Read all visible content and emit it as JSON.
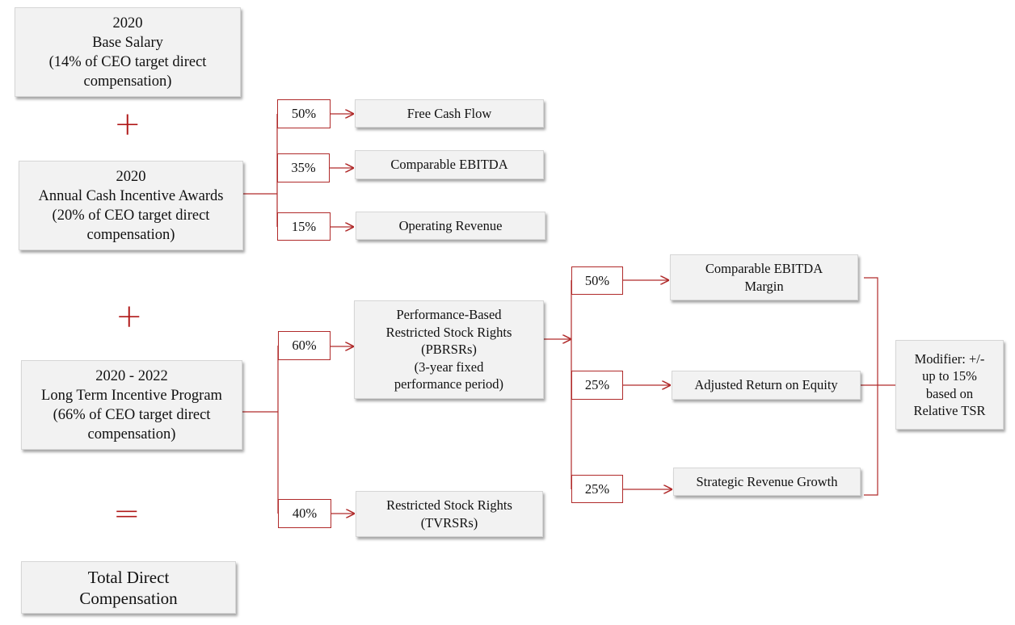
{
  "colors": {
    "accent": "#b02a2a",
    "box_fill": "#f2f2f2",
    "text": "#111111"
  },
  "left": {
    "base_salary": "2020\nBase Salary\n(14% of CEO target direct\ncompensation)",
    "plus1": "+",
    "annual_cash": "2020\nAnnual Cash Incentive Awards\n(20% of CEO target direct\ncompensation)",
    "plus2": "+",
    "ltip": "2020 - 2022\nLong Term Incentive Program\n(66% of CEO target direct\ncompensation)",
    "equals": "=",
    "total": "Total Direct\nCompensation"
  },
  "annual": {
    "items": [
      {
        "pct": "50%",
        "label": "Free Cash Flow"
      },
      {
        "pct": "35%",
        "label": "Comparable EBITDA"
      },
      {
        "pct": "15%",
        "label": "Operating Revenue"
      }
    ]
  },
  "ltip_split": {
    "pbrsr_pct": "60%",
    "pbrsr_label": "Performance-Based\nRestricted Stock Rights\n(PBRSRs)\n(3-year fixed\nperformance period)",
    "tvrsr_pct": "40%",
    "tvrsr_label": "Restricted Stock Rights\n(TVRSRs)"
  },
  "pbrsr_metrics": [
    {
      "pct": "50%",
      "label": "Comparable EBITDA\nMargin"
    },
    {
      "pct": "25%",
      "label": "Adjusted Return on Equity"
    },
    {
      "pct": "25%",
      "label": "Strategic Revenue Growth"
    }
  ],
  "modifier": "Modifier: +/-\nup to 15%\nbased on\nRelative TSR"
}
